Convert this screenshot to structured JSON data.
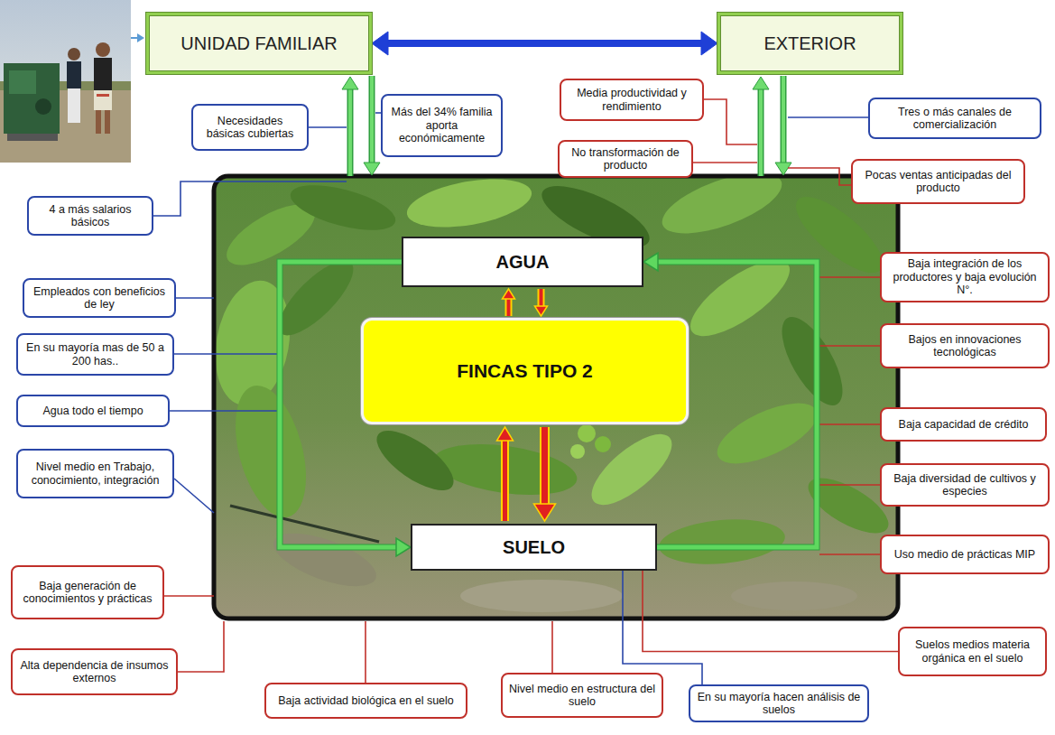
{
  "diagram": {
    "nodes": [
      {
        "text": [
          "UNIDAD FAMILIAR"
        ]
      },
      {
        "text": [
          "EXTERIOR"
        ]
      },
      {
        "text": [
          "Necesidades básicas cubiertas"
        ]
      },
      {
        "text": [
          "Más del 34% familia aporta económicamente"
        ]
      },
      {
        "text": [
          "Media productividad y rendimiento"
        ]
      },
      {
        "text": [
          "No transformación de producto"
        ]
      },
      {
        "text": [
          "Tres o más canales de comercialización"
        ]
      },
      {
        "text": [
          "4 a más salarios básicos"
        ]
      },
      {
        "text": [
          "Pocas ventas anticipadas del producto"
        ]
      },
      {
        "text": [
          "AGUA"
        ]
      },
      {
        "text": [
          "Baja integración de los productores y baja evolución N°."
        ]
      },
      {
        "text": [
          "Empleados con beneficios de ley"
        ]
      },
      {
        "text": [
          "Bajos en innovaciones tecnológicas"
        ]
      },
      {
        "text": [
          "FINCAS TIPO 2"
        ]
      },
      {
        "text": [
          "En su mayoría mas de 50 a 200 has.."
        ]
      },
      {
        "text": [
          "Agua todo el tiempo"
        ]
      },
      {
        "text": [
          "Baja capacidad de crédito"
        ]
      },
      {
        "text": [
          "Nivel medio en Trabajo, conocimiento, integración"
        ]
      },
      {
        "text": [
          "Baja diversidad de cultivos y especies"
        ]
      },
      {
        "text": [
          "Uso medio de prácticas MIP"
        ]
      },
      {
        "text": [
          "SUELO"
        ]
      },
      {
        "text": [
          "Baja generación de conocimientos y prácticas"
        ]
      },
      {
        "text": [
          "Suelos medios materia orgánica en el suelo"
        ]
      },
      {
        "text": [
          "Alta dependencia de insumos externos"
        ]
      },
      {
        "text": [
          "Baja actividad biológica en el suelo"
        ]
      },
      {
        "text": [
          "Nivel medio en estructura del suelo"
        ]
      },
      {
        "text": [
          "En su mayoría hacen análisis de suelos"
        ]
      }
    ],
    "edges": [
      {
        "from": 0,
        "to": 1,
        "arrow": "both"
      },
      {
        "from": 9,
        "to": 20,
        "arrow": "to"
      },
      {
        "from": 20,
        "to": 9,
        "arrow": "to"
      },
      {
        "from": 13,
        "to": 9,
        "arrow": "to"
      },
      {
        "from": 9,
        "to": 13,
        "arrow": "to"
      },
      {
        "from": 20,
        "to": 13,
        "arrow": "to"
      },
      {
        "from": 13,
        "to": 20,
        "arrow": "to"
      },
      {
        "from": 26,
        "to": 20,
        "arrow": "none"
      },
      {
        "from": 22,
        "to": 20,
        "arrow": "none"
      }
    ]
  }
}
